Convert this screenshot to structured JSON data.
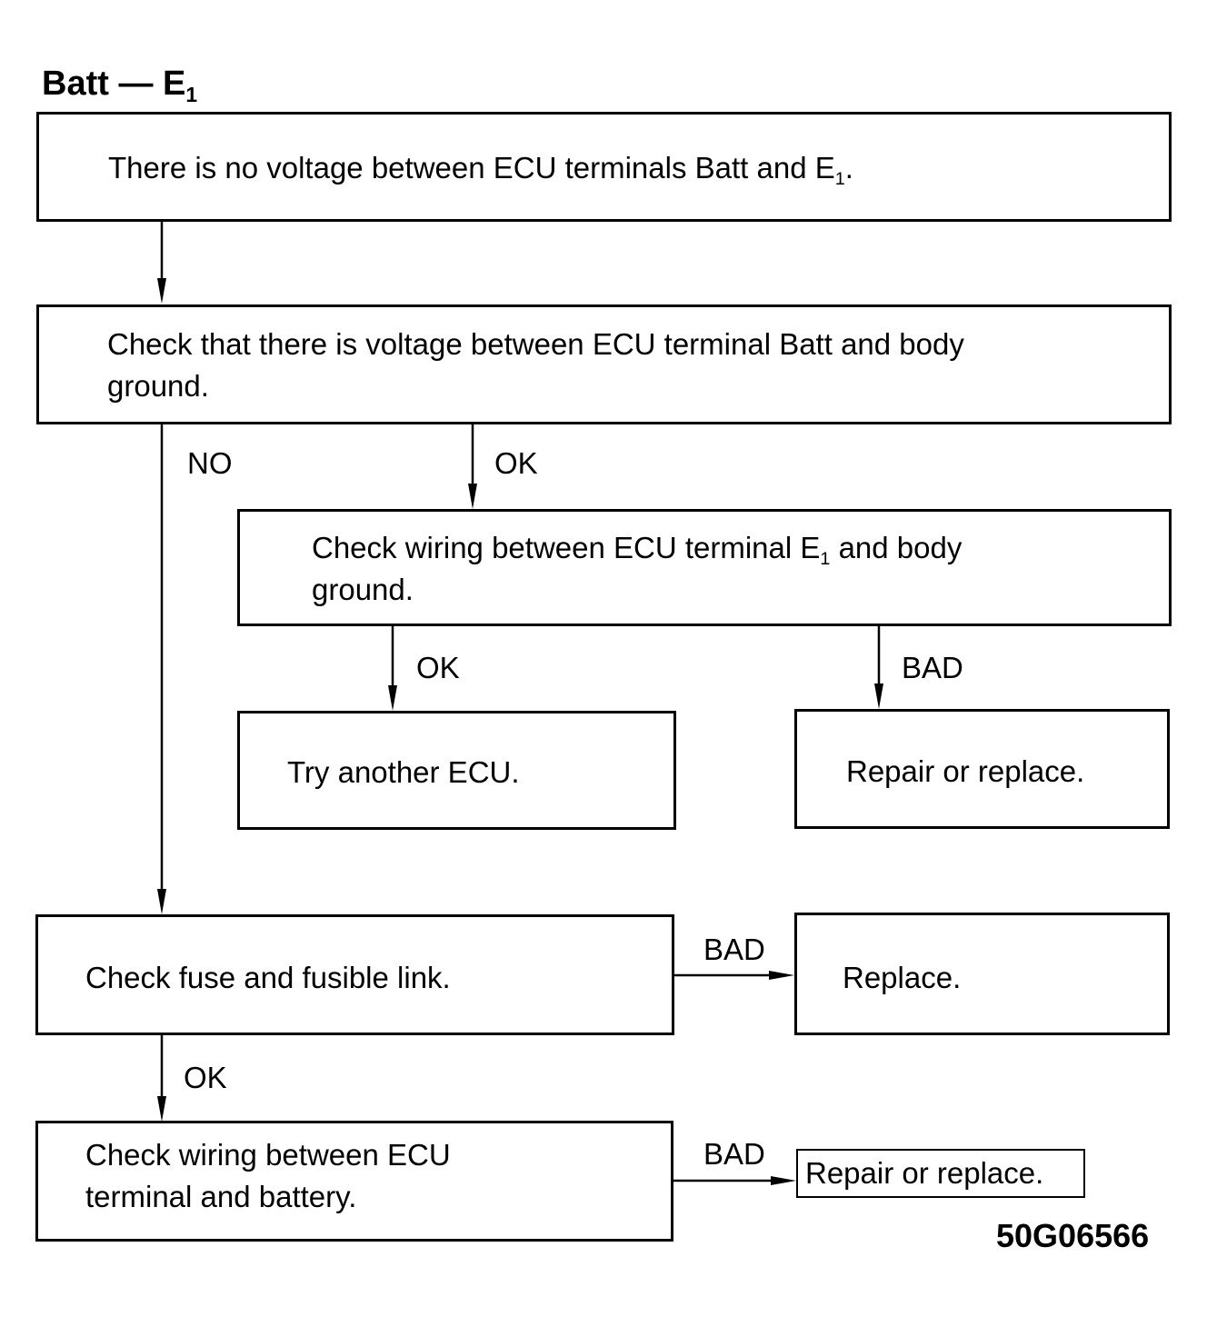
{
  "title": {
    "main": "Batt — E",
    "sub": "1"
  },
  "nodes": {
    "start": {
      "pre": "There is no voltage between ECU terminals Batt and E",
      "sub": "1",
      "post": "."
    },
    "check_batt": {
      "line1": "Check that there is voltage between ECU terminal Batt and body",
      "line2": "ground."
    },
    "check_e1": {
      "line1_pre": "Check wiring between ECU terminal E",
      "line1_sub": "1",
      "line1_post": " and body",
      "line2": "ground."
    },
    "try_ecu": {
      "text": "Try another ECU."
    },
    "repair1": {
      "text": "Repair or replace."
    },
    "check_fuse": {
      "text": "Check fuse and fusible link."
    },
    "replace": {
      "text": "Replace."
    },
    "check_wiring_batt": {
      "line1": "Check wiring between ECU",
      "line2": "terminal and battery."
    },
    "repair2": {
      "text": "Repair or replace."
    }
  },
  "labels": {
    "no": "NO",
    "ok_check_e1": "OK",
    "ok_try_ecu": "OK",
    "bad_repair1": "BAD",
    "bad_replace": "BAD",
    "ok_wiring": "OK",
    "bad_repair2": "BAD"
  },
  "figure_code": "50G06566"
}
